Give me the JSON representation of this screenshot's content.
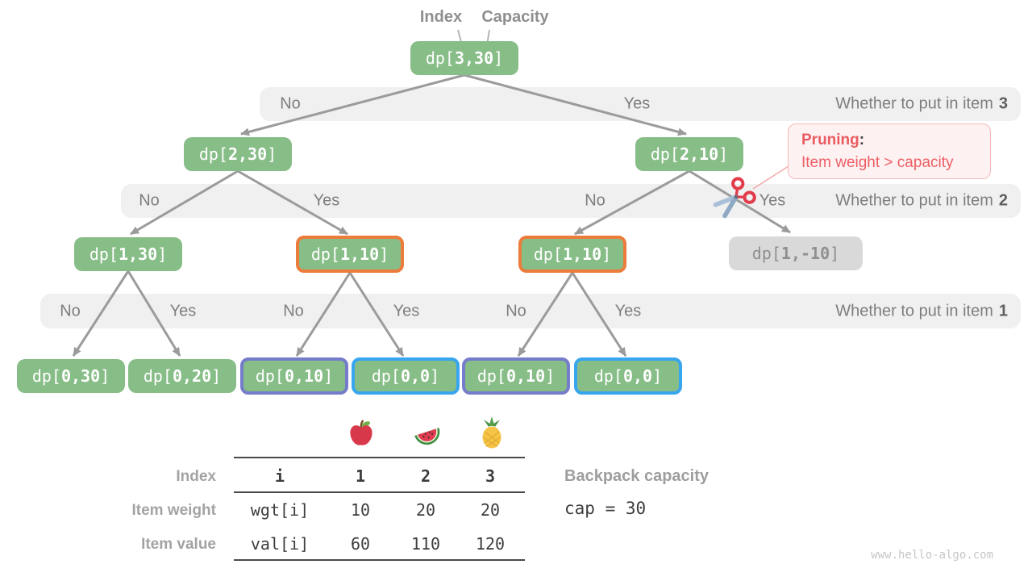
{
  "header": {
    "index_label": "Index",
    "capacity_label": "Capacity"
  },
  "tree": {
    "nodes": [
      {
        "prefix": "dp[",
        "args": "3,30",
        "suffix": "]"
      },
      {
        "prefix": "dp[",
        "args": "2,30",
        "suffix": "]"
      },
      {
        "prefix": "dp[",
        "args": "2,10",
        "suffix": "]"
      },
      {
        "prefix": "dp[",
        "args": "1,30",
        "suffix": "]"
      },
      {
        "prefix": "dp[",
        "args": "1,10",
        "suffix": "]"
      },
      {
        "prefix": "dp[",
        "args": "1,10",
        "suffix": "]"
      },
      {
        "prefix": "dp[",
        "args": "1,-10",
        "suffix": "]"
      },
      {
        "prefix": "dp[",
        "args": "0,30",
        "suffix": "]"
      },
      {
        "prefix": "dp[",
        "args": "0,20",
        "suffix": "]"
      },
      {
        "prefix": "dp[",
        "args": "0,10",
        "suffix": "]"
      },
      {
        "prefix": "dp[",
        "args": "0,0",
        "suffix": "]"
      },
      {
        "prefix": "dp[",
        "args": "0,10",
        "suffix": "]"
      },
      {
        "prefix": "dp[",
        "args": "0,0",
        "suffix": "]"
      }
    ],
    "bands": [
      {
        "labels": [
          "No",
          "Yes"
        ],
        "question": "Whether to put in item",
        "item": "3"
      },
      {
        "labels": [
          "No",
          "Yes",
          "No",
          "Yes"
        ],
        "question": "Whether to put in item",
        "item": "2"
      },
      {
        "labels": [
          "No",
          "Yes",
          "No",
          "Yes",
          "No",
          "Yes"
        ],
        "question": "Whether to put in item",
        "item": "1"
      }
    ]
  },
  "pruning": {
    "title": "Pruning",
    "colon": ":",
    "text": "Item weight > capacity",
    "icon": "scissors-icon"
  },
  "table": {
    "fruit_icons": [
      "apple-icon",
      "watermelon-icon",
      "pineapple-icon"
    ],
    "rows": [
      {
        "label": "Index",
        "cells": [
          "i",
          "1",
          "2",
          "3"
        ]
      },
      {
        "label": "Item weight",
        "cells": [
          "wgt[i]",
          "10",
          "20",
          "20"
        ]
      },
      {
        "label": "Item value",
        "cells": [
          "val[i]",
          "60",
          "110",
          "120"
        ]
      }
    ]
  },
  "backpack": {
    "label": "Backpack capacity",
    "value": "cap = 30"
  },
  "watermark": "www.hello-algo.com",
  "colors": {
    "node_green": "#87bd87",
    "node_gray_bg": "#d9d9d9",
    "node_gray_text": "#8f8f8f",
    "border_orange": "#ec7c3c",
    "border_purple": "#767ccb",
    "border_blue": "#38a5ef",
    "band_bg": "#f0f0f0",
    "arrow": "#9b9b9b",
    "prune_red": "#ea5b60",
    "prune_bg": "#fdf1f1",
    "prune_border": "#f5b9b9"
  }
}
